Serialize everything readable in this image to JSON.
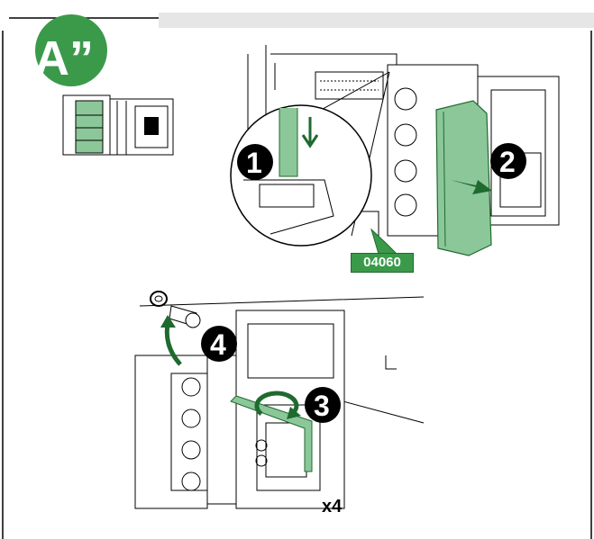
{
  "header": {
    "badge": "A”"
  },
  "steps": [
    "1",
    "2",
    "3",
    "4"
  ],
  "labels": {
    "code": "04060",
    "quantity": "x4"
  },
  "colors": {
    "green": "#3a9a4a",
    "light_green": "#8cc79a",
    "gray_bar": "#e6e6e6"
  }
}
